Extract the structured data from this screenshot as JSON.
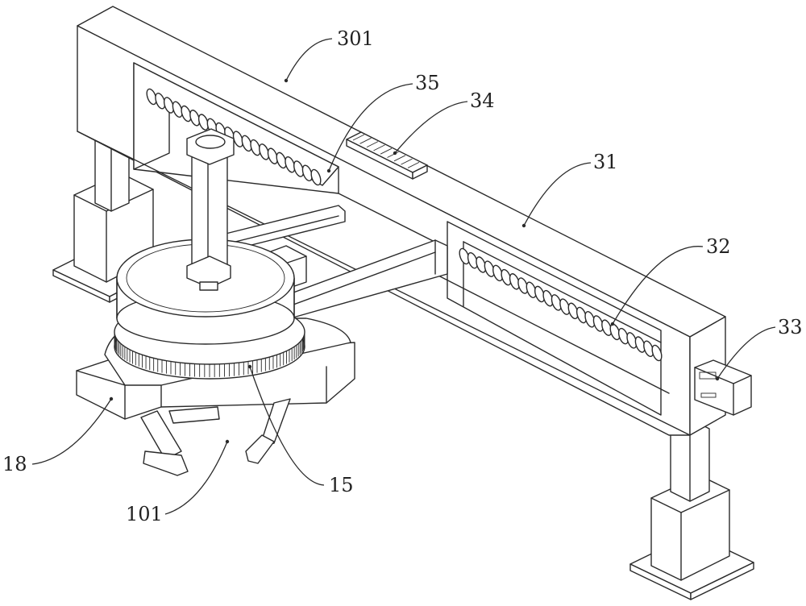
{
  "figure": {
    "type": "patent-isometric-drawing",
    "subject": "gantry frame with lead screws, motor, and rotary gripper head",
    "labels": [
      {
        "id": "301",
        "text": "301",
        "points_to": "gantry-frame-top"
      },
      {
        "id": "35",
        "text": "35",
        "points_to": "slider-opening"
      },
      {
        "id": "34",
        "text": "34",
        "points_to": "rack-block"
      },
      {
        "id": "31",
        "text": "31",
        "points_to": "crossbeam"
      },
      {
        "id": "32",
        "text": "32",
        "points_to": "lead-screw-right"
      },
      {
        "id": "33",
        "text": "33",
        "points_to": "drive-motor"
      },
      {
        "id": "18",
        "text": "18",
        "points_to": "mount-flange"
      },
      {
        "id": "101",
        "text": "101",
        "points_to": "gripper-assembly"
      },
      {
        "id": "15",
        "text": "15",
        "points_to": "gear-ring"
      }
    ]
  }
}
